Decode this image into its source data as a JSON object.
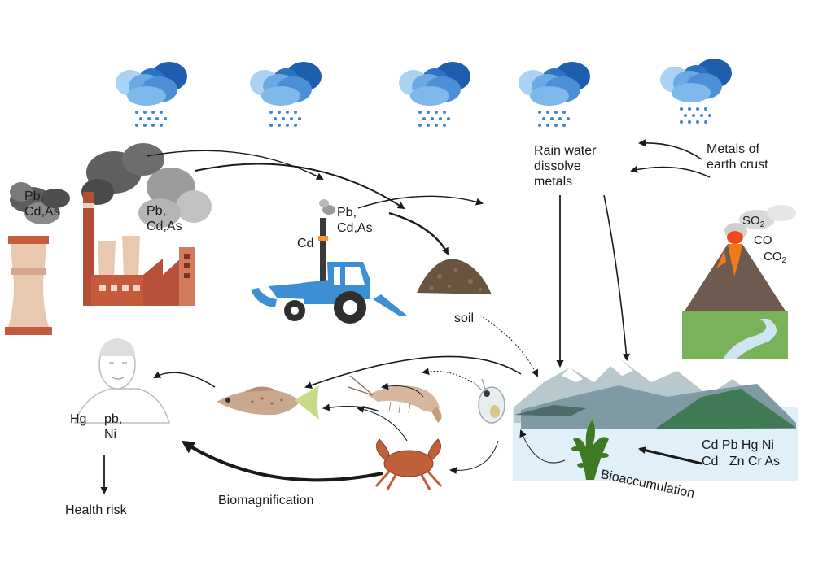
{
  "labels": {
    "plant_emission": "Pb,\nCd,As",
    "factory_emission": "Pb,\nCd,As",
    "tractor_cd": "Cd",
    "tractor_emission": "Pb,\nCd,As",
    "soil": "soil",
    "rain_water": "Rain water\ndissolve\nmetals",
    "earth_crust": "Metals of\nearth crust",
    "volcano_so": "SO",
    "volcano_so_sub": "2",
    "volcano_co": "CO",
    "volcano_co2": "CO",
    "volcano_co2_sub": "2",
    "water_metals_line1": "Cd Pb Hg Ni",
    "water_metals_line2": "Cd   Zn Cr As",
    "bioaccumulation": "Bioaccumulation",
    "biomagnification": "Biomagnification",
    "human_metals_hg": "Hg",
    "human_metals_pb": "pb,\nNi",
    "health_risk": "Health risk"
  },
  "icons": [
    "rain-cloud-icon",
    "power-plant-icon",
    "factory-icon",
    "tractor-icon",
    "soil-pile-icon",
    "volcano-icon",
    "lake-mountains-icon",
    "seaweed-icon",
    "zooplankton-icon",
    "shrimp-icon",
    "crab-icon",
    "fish-icon",
    "human-icon"
  ],
  "colors": {
    "cloud_dark": "#1d5fae",
    "cloud_mid": "#4b8fd6",
    "cloud_light": "#a9d2f3",
    "rain": "#3d86d0",
    "smoke": "#6f6f6f",
    "tractor": "#3d8ed2",
    "water": "#dff0f8",
    "volcano": "#6e5a4e",
    "lava": "#f07a1a",
    "grass": "#79b25a",
    "crab": "#c0603a",
    "brick": "#c65a3c"
  }
}
